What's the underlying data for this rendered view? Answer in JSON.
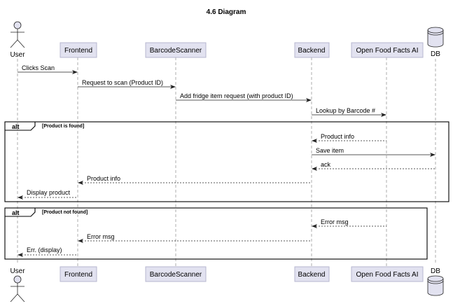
{
  "diagram": {
    "title": "4.6 Diagram",
    "participants": {
      "user": "User",
      "frontend": "Frontend",
      "scanner": "BarcodeScanner",
      "backend": "Backend",
      "off": "Open Food Facts AI",
      "db": "DB"
    },
    "messages": {
      "m1": "Clicks Scan",
      "m2": "Request to scan (Product ID)",
      "m3": "Add fridge item request (with product ID)",
      "m4": "Lookup by Barcode #",
      "m5": "Product info",
      "m6": "Save item",
      "m7": "ack",
      "m8": "Product info",
      "m9": "Display product",
      "m10": "Error msg",
      "m11": "Error msg",
      "m12": "Err. (display)"
    },
    "alt1": {
      "keyword": "alt",
      "condition": "[Product is found]"
    },
    "alt2": {
      "keyword": "alt",
      "condition": "[Product not found]"
    }
  }
}
